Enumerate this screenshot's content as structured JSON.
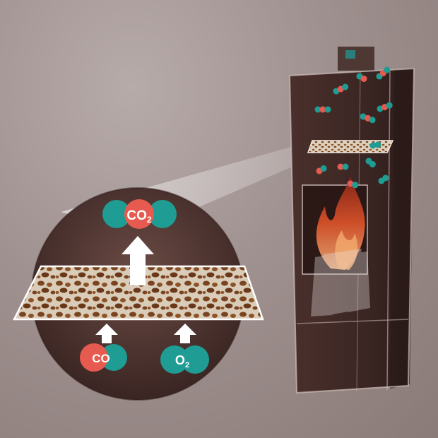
{
  "molecules": {
    "top": {
      "label": "CO",
      "subscript": "2"
    },
    "bottom_left": {
      "label": "CO"
    },
    "bottom_right": {
      "label": "O",
      "subscript": "2"
    }
  },
  "colors": {
    "background": "#9f918f",
    "stove_body": "#3b2623",
    "catalyst_ceramic": "#d8cbb8",
    "catalyst_pores": "#7a4420",
    "teal_atom": "#1f9c93",
    "red_atom": "#e65a4f",
    "arrow": "#ffffff",
    "flame": "#d94a1f"
  },
  "icons": [
    "catalyst-filter-icon",
    "stove-icon",
    "flame-icon",
    "arrow-up-icon"
  ]
}
